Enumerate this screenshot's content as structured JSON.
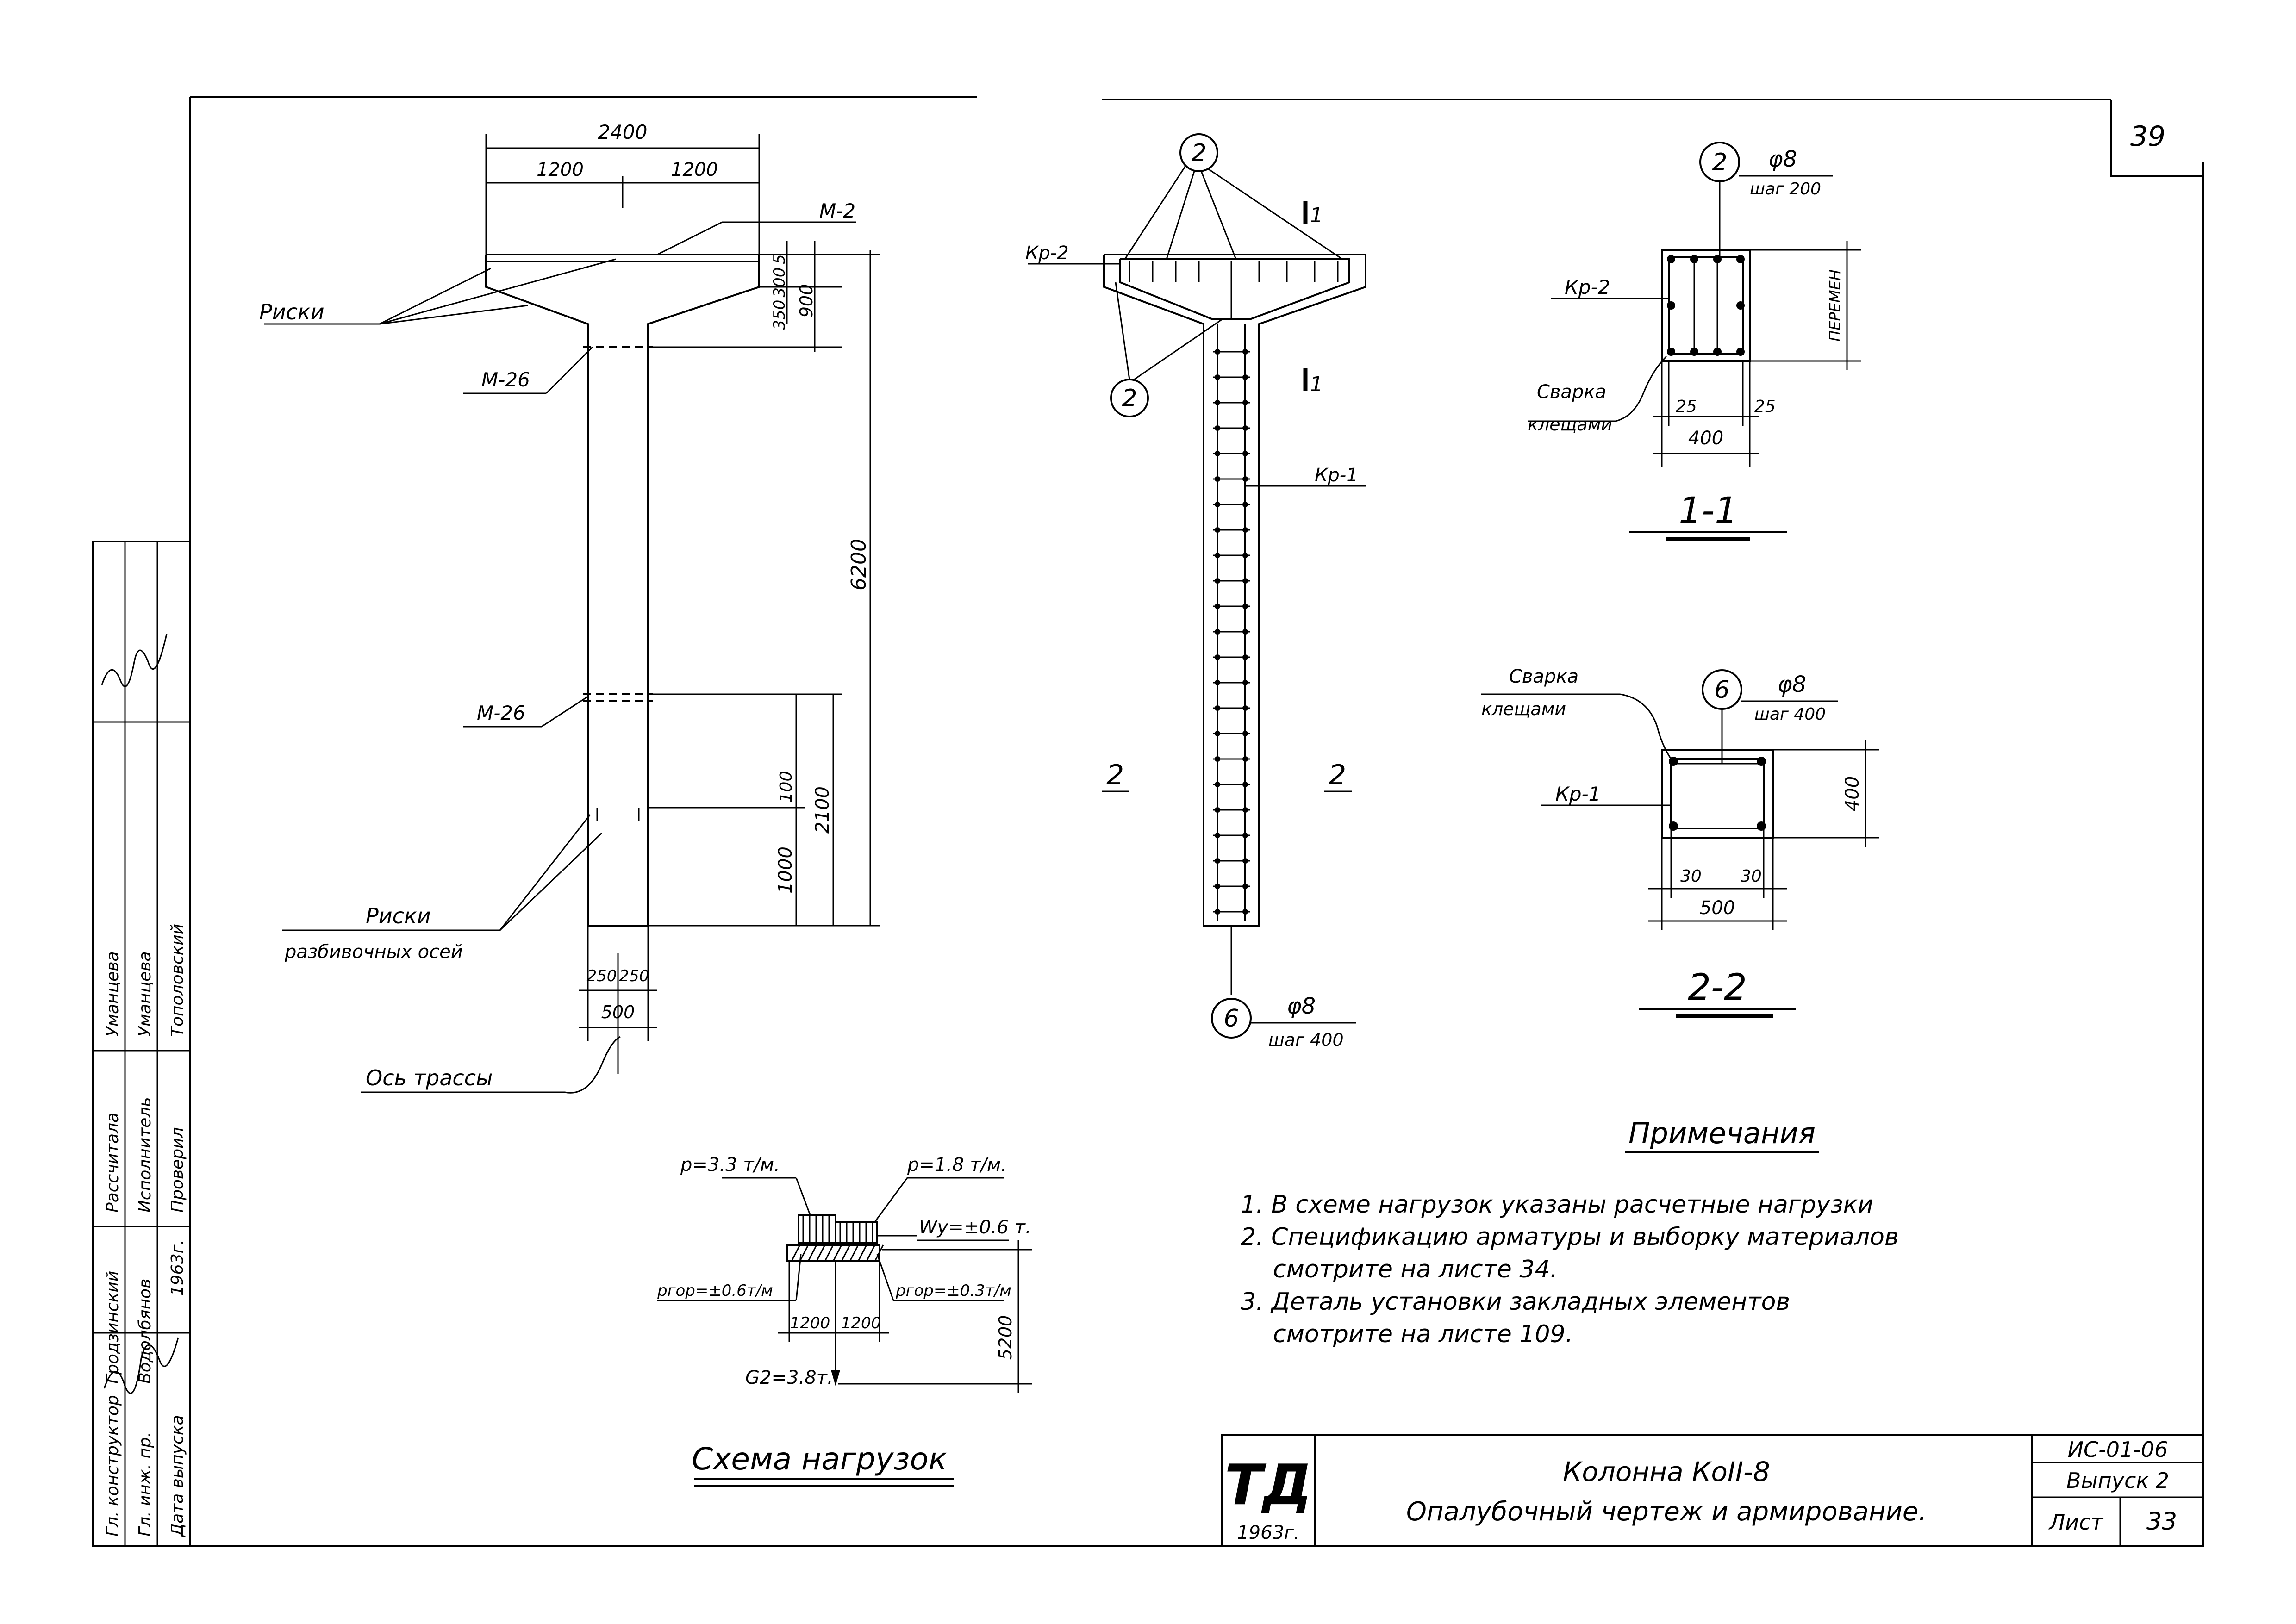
{
  "sheet_number": "39",
  "elevation": {
    "dim_total": "2400",
    "dim_left": "1200",
    "dim_right": "1200",
    "dim_5": "5",
    "dim_300": "300",
    "dim_350": "350",
    "dim_900": "900",
    "dim_6200": "6200",
    "dim_100": "100",
    "dim_2100": "2100",
    "dim_1000": "1000",
    "dim_250a": "250",
    "dim_250b": "250",
    "dim_500": "500",
    "label_m2": "М-2",
    "label_m26_top": "М-26",
    "label_m26_bottom": "М-26",
    "label_riski": "Риски",
    "label_riski_axes_1": "Риски",
    "label_riski_axes_2": "разбивочных осей",
    "label_axis": "Ось трассы"
  },
  "rebar": {
    "mark_2_top": "2",
    "mark_2_bottom": "2",
    "mark_6": "6",
    "label_kr2": "Кр-2",
    "label_kr1": "Кр-1",
    "section_11_top": "1",
    "section_11_bottom": "1",
    "section_2_left": "2",
    "section_2_right": "2",
    "bar6_dia": "φ8",
    "bar6_step": "шаг 400"
  },
  "section11": {
    "mark": "2",
    "dia": "φ8",
    "step": "шаг 200",
    "label_kr2": "Кр-2",
    "label_weld_1": "Сварка",
    "label_weld_2": "клещами",
    "dim_25a": "25",
    "dim_25b": "25",
    "dim_400": "400",
    "dim_var": "ПЕРЕМЕН",
    "title": "1-1"
  },
  "section22": {
    "mark": "6",
    "dia": "φ8",
    "step": "шаг 400",
    "label_weld_1": "Сварка",
    "label_weld_2": "клещами",
    "label_kr1": "Кр-1",
    "dim_400": "400",
    "dim_30a": "30",
    "dim_30b": "30",
    "dim_500": "500",
    "title": "2-2"
  },
  "loads": {
    "p1": "p=3.3 т/м.",
    "p2": "p=1.8 т/м.",
    "wy": "Wy=±0.6 т.",
    "phor1": "pгор=±0.6т/м",
    "phor2": "pгор=±0.3т/м",
    "dim_1200a": "1200",
    "dim_1200b": "1200",
    "dim_5200": "5200",
    "g2": "G2=3.8т.",
    "title": "Схема нагрузок"
  },
  "notes": {
    "title": "Примечания",
    "items": [
      "1. В схеме нагрузок указаны расчетные нагрузки",
      "2. Спецификацию арматуры и выборку материалов",
      "смотрите на листе 34.",
      "3. Деталь установки закладных элементов",
      "смотрите на листе 109."
    ]
  },
  "stamp": {
    "rows": [
      {
        "role": "Рассчитала",
        "name": "Уманцева"
      },
      {
        "role": "Исполнитель",
        "name": "Уманцева"
      },
      {
        "role": "Проверил",
        "name": "Тополовский"
      },
      {
        "role": "Гл. конструктор",
        "name": "Гродзинский"
      },
      {
        "role": "Гл. инж. пр.",
        "name": "Водолбянов"
      },
      {
        "role": "Дата выпуска",
        "name": "1963г."
      }
    ]
  },
  "title_block": {
    "logo": "ТД",
    "year": "1963г.",
    "title_1": "Колонна КоII-8",
    "title_2": "Опалубочный чертеж и армирование.",
    "code": "ИС-01-06",
    "issue": "Выпуск 2",
    "sheet_label": "Лист",
    "sheet_value": "33"
  }
}
